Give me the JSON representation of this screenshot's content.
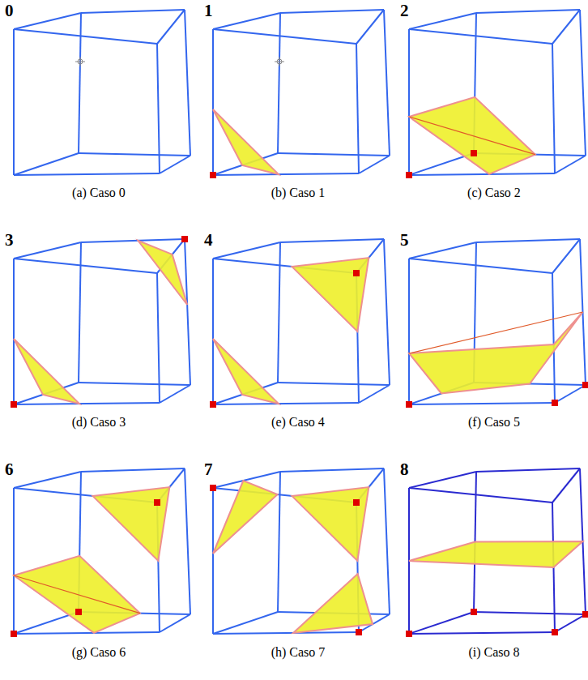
{
  "diagram": {
    "labels": [
      "0",
      "(a) Caso 0",
      "1",
      "(b) Caso 1",
      "2",
      "(c) Caso 2",
      "3",
      "(d) Caso 3",
      "4",
      "(e) Caso 4",
      "5",
      "(f) Caso 5",
      "6",
      "(g) Caso 6",
      "7",
      "(h) Caso 7",
      "8",
      "(i) Caso 8"
    ]
  }
}
